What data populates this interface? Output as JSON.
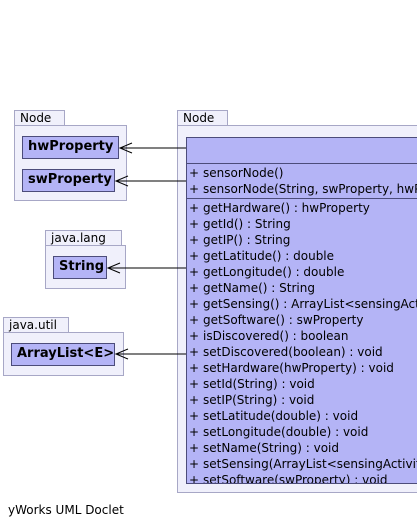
{
  "packages": {
    "left_node": {
      "label": "Node",
      "classes": [
        "hwProperty",
        "swProperty"
      ]
    },
    "java_lang": {
      "label": "java.lang",
      "classes": [
        "String"
      ]
    },
    "java_util": {
      "label": "java.util",
      "classes": [
        "ArrayList<E>"
      ]
    },
    "right_node": {
      "label": "Node"
    }
  },
  "main_class": {
    "name": "",
    "constructors": [
      "sensorNode()",
      "sensorNode(String, swProperty, hwProperty)"
    ],
    "methods": [
      "getHardware() : hwProperty",
      "getId() : String",
      "getIP() : String",
      "getLatitude() : double",
      "getLongitude() : double",
      "getName() : String",
      "getSensing() : ArrayList<sensingActivity>",
      "getSoftware() : swProperty",
      "isDiscovered() : boolean",
      "setDiscovered(boolean) : void",
      "setHardware(hwProperty) : void",
      "setId(String) : void",
      "setIP(String) : void",
      "setLatitude(double) : void",
      "setLongitude(double) : void",
      "setName(String) : void",
      "setSensing(ArrayList<sensingActivity>) : void",
      "setSoftware(swProperty) : void"
    ],
    "visibility_symbol": "+"
  },
  "footer": "yWorks UML Doclet",
  "colors": {
    "class_fill": "#b4b4f6",
    "class_border": "#4c4c7a",
    "package_fill": "#f0f0fb",
    "package_border": "#a7a7c6"
  }
}
